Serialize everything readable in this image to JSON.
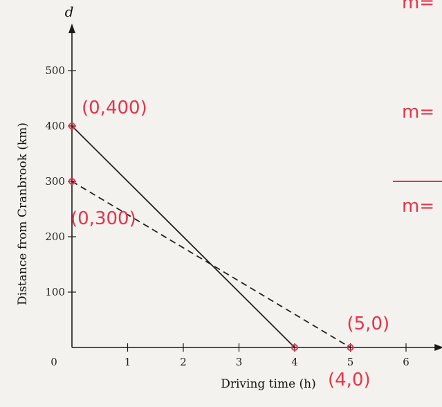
{
  "chart_data": {
    "type": "line",
    "xlabel": "Driving time (h)",
    "ylabel": "Distance from Cranbrook (km)",
    "y_axis_symbol": "d",
    "xlim": [
      0,
      6.5
    ],
    "ylim": [
      0,
      550
    ],
    "x_ticks": [
      1,
      2,
      3,
      4,
      5,
      6
    ],
    "y_ticks": [
      100,
      200,
      300,
      400,
      500
    ],
    "origin_label": "0",
    "grid": false,
    "series": [
      {
        "style": "solid",
        "points": [
          [
            0,
            400
          ],
          [
            4,
            0
          ]
        ]
      },
      {
        "style": "dashed",
        "points": [
          [
            0,
            300
          ],
          [
            5,
            0
          ]
        ]
      }
    ],
    "annotations": [
      {
        "text": "(0,400)",
        "at": [
          0,
          400
        ]
      },
      {
        "text": "(0,300)",
        "at": [
          0,
          300
        ]
      },
      {
        "text": "(5,0)",
        "at": [
          5,
          0
        ]
      },
      {
        "text": "(4,0)",
        "at": [
          4,
          0
        ]
      }
    ],
    "margin_notes": [
      "m=",
      "m=",
      "m="
    ]
  },
  "colors": {
    "axis": "#1a1a1a",
    "line": "#222222",
    "ink": "#e8334a"
  }
}
